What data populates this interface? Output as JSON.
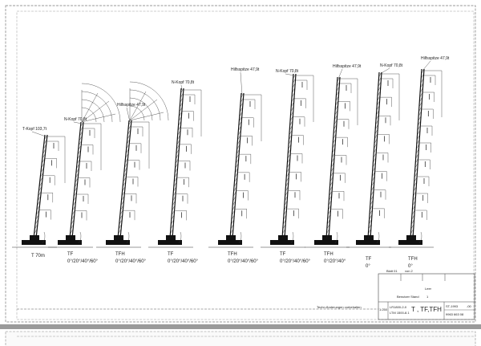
{
  "sheet": {
    "page": "Blatt 01",
    "of": "von 2",
    "changes_note": "Techn.Änderungen vorbehalten",
    "title": "T , TF,TFH",
    "scale": "1:250",
    "drawing_no_left": "LR1800-2-0",
    "drawing_no_left2": "LTM 1500-8.1",
    "number_right": "ST-1993",
    "number_right_b": "-00",
    "doc_no": "9963 663 08",
    "small_name": "Benutzer Stand",
    "small_value": "1",
    "small_top": "Leer"
  },
  "cranes": [
    {
      "head": "T-Kopf 103,7t",
      "name": "T  70m",
      "angles": ""
    },
    {
      "head": "N-Kopf 70,8t",
      "name": "TF",
      "angles": "0°/20°/40°/60°"
    },
    {
      "head": "Hilfsspitze 47,9t",
      "name": "TFH",
      "angles": "0°/20°/40°/60°"
    },
    {
      "head": "N-Kopf 70,8t",
      "name": "TF",
      "angles": "0°/20°/40°/60°"
    },
    {
      "head": "Hilfsspitze 47,9t",
      "name": "TFH",
      "angles": "0°/20°/40°/60°"
    },
    {
      "head": "N-Kopf 70,8t",
      "name": "TF",
      "angles": "0°/20°/40°/60°"
    },
    {
      "head": "Hilfsspitze 47,9t",
      "name": "TFH",
      "angles": "0°/20°/40°"
    },
    {
      "head": "N-Kopf 70,8t",
      "name": "TF",
      "angles": "0°"
    },
    {
      "head": "Hilfsspitze 47,9t",
      "name": "TFH",
      "angles": "0°"
    }
  ]
}
